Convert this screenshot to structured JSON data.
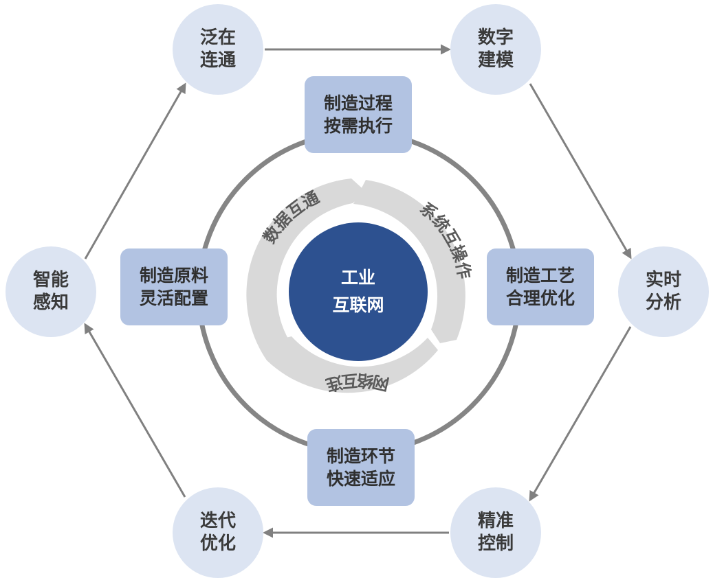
{
  "center": {
    "line1": "工业",
    "line2": "互联网"
  },
  "cycle_nodes": [
    {
      "line1": "泛在",
      "line2": "连通"
    },
    {
      "line1": "数字",
      "line2": "建模"
    },
    {
      "line1": "实时",
      "line2": "分析"
    },
    {
      "line1": "精准",
      "line2": "控制"
    },
    {
      "line1": "迭代",
      "line2": "优化"
    },
    {
      "line1": "智能",
      "line2": "感知"
    }
  ],
  "ring_boxes": [
    {
      "line1": "制造过程",
      "line2": "按需执行"
    },
    {
      "line1": "制造工艺",
      "line2": "合理优化"
    },
    {
      "line1": "制造环节",
      "line2": "快速适应"
    },
    {
      "line1": "制造原料",
      "line2": "灵活配置"
    }
  ],
  "inner_arrows": [
    {
      "label": "数据互通"
    },
    {
      "label": "系统互操作"
    },
    {
      "label": "网络互连"
    }
  ],
  "colors": {
    "cycle_node": "#dce4f2",
    "ring_box": "#b2c3e2",
    "center": "#2d5190",
    "ring_line": "#858585",
    "inner_arrows": "#d9d9d9",
    "connector_arrows": "#808080"
  }
}
